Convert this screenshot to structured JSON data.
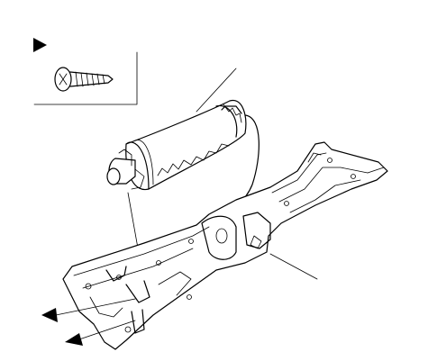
{
  "diagram": {
    "kind": "exploded-assembly",
    "labels": [],
    "callout_markers": [
      {
        "id": "legend-marker",
        "shape": "solid-triangle"
      },
      {
        "id": "bolt-marker-1",
        "shape": "solid-triangle"
      },
      {
        "id": "bolt-marker-2",
        "shape": "solid-triangle"
      }
    ],
    "colors": {
      "line": "#000000",
      "background": "#ffffff"
    }
  }
}
